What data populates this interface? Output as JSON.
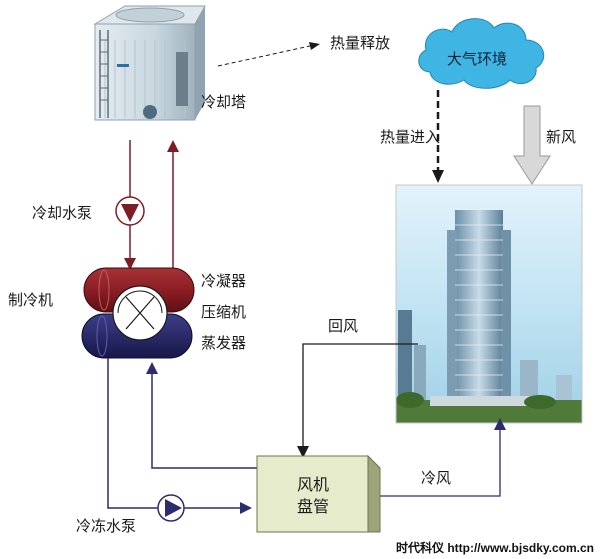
{
  "labels": {
    "cooling_tower": "冷却塔",
    "heat_release": "热量释放",
    "atmosphere": "大气环境",
    "heat_in": "热量进入",
    "fresh_air": "新风",
    "cooling_pump": "冷却水泵",
    "chiller": "制冷机",
    "condenser": "冷凝器",
    "compressor": "压缩机",
    "evaporator": "蒸发器",
    "return_air": "回风",
    "fcu_line1": "风机",
    "fcu_line2": "盘管",
    "cold_air": "冷风",
    "chilled_pump": "冷冻水泵"
  },
  "watermark": "时代科仪 http://www.bjsdky.com.cn",
  "colors": {
    "pipe_condenser": "#7b1e26",
    "pipe_chilled": "#2c2c6e",
    "condenser_fill": "#8b1e24",
    "evaporator_fill": "#2a2a6a",
    "cloud_fill": "#3fb5e4",
    "fcu_fill": "#e6ebcc",
    "fresh_air_arrow": "#d8d8d8"
  }
}
